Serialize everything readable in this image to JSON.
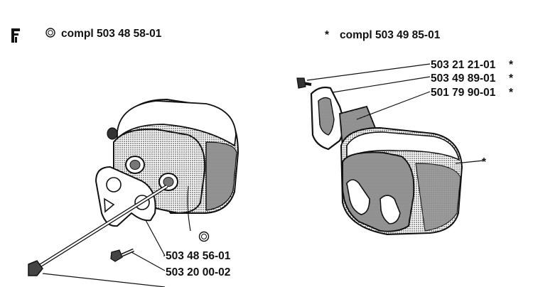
{
  "header": {
    "section_letter": "F",
    "left_kit_symbol": "○",
    "left_kit_text": "compl 503 48 58-01",
    "right_kit_symbol": "*",
    "right_kit_text": "compl 503 49 85-01"
  },
  "left_assembly": {
    "callout_symbol": "○",
    "parts": [
      "503 48 56-01",
      "503 20 00-02"
    ]
  },
  "right_assembly": {
    "parts": [
      {
        "number": "503 21 21-01",
        "mark": "*"
      },
      {
        "number": "503 49 89-01",
        "mark": "*"
      },
      {
        "number": "501 79 90-01",
        "mark": "*"
      }
    ],
    "body_mark": "*"
  },
  "colors": {
    "ink": "#111111",
    "shade": "#9a9a9a",
    "paper": "#ffffff"
  }
}
